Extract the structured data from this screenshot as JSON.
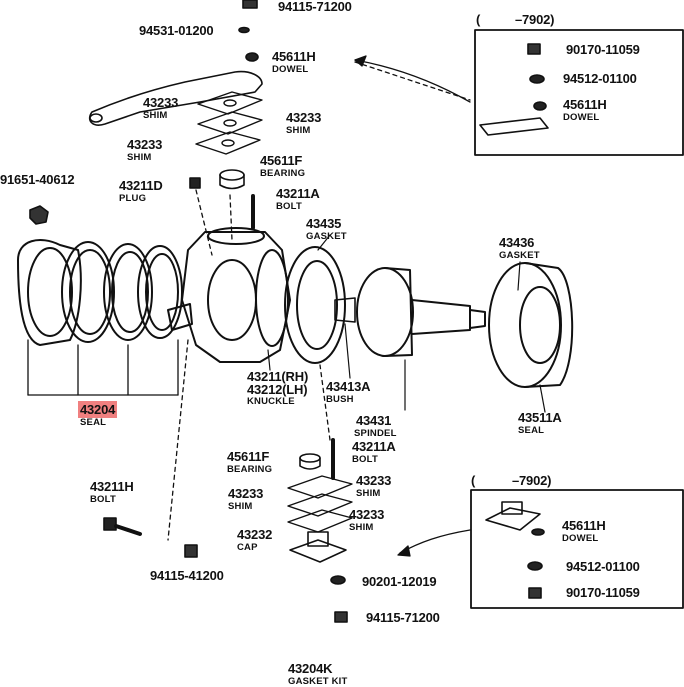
{
  "parts": {
    "p94115_71200_top": {
      "num": "94115-71200"
    },
    "p94531_01200": {
      "num": "94531-01200"
    },
    "p45611H_top": {
      "num": "45611H",
      "name": "DOWEL"
    },
    "p43233_a": {
      "num": "43233",
      "name": "SHIM"
    },
    "p43233_b": {
      "num": "43233",
      "name": "SHIM"
    },
    "p43233_c": {
      "num": "43233",
      "name": "SHIM"
    },
    "p45611F_top": {
      "num": "45611F",
      "name": "BEARING"
    },
    "p91651_40612": {
      "num": "91651-40612"
    },
    "p43211D": {
      "num": "43211D",
      "name": "PLUG"
    },
    "p43211A_top": {
      "num": "43211A",
      "name": "BOLT"
    },
    "p43435": {
      "num": "43435",
      "name": "GASKET"
    },
    "p43436": {
      "num": "43436",
      "name": "GASKET"
    },
    "p43204": {
      "num": "43204",
      "name": "SEAL"
    },
    "p43211": {
      "num": "43211(RH)",
      "num2": "43212(LH)",
      "name": "KNUCKLE"
    },
    "p43413A": {
      "num": "43413A",
      "name": "BUSH"
    },
    "p43431": {
      "num": "43431",
      "name": "SPINDEL"
    },
    "p43511A": {
      "num": "43511A",
      "name": "SEAL"
    },
    "p45611F_bot": {
      "num": "45611F",
      "name": "BEARING"
    },
    "p43211A_bot": {
      "num": "43211A",
      "name": "BOLT"
    },
    "p43211H": {
      "num": "43211H",
      "name": "BOLT"
    },
    "p43233_d": {
      "num": "43233",
      "name": "SHIM"
    },
    "p43233_e": {
      "num": "43233",
      "name": "SHIM"
    },
    "p43233_f": {
      "num": "43233",
      "name": "SHIM"
    },
    "p43232": {
      "num": "43232",
      "name": "CAP"
    },
    "p94115_41200": {
      "num": "94115-41200"
    },
    "p90201_12019": {
      "num": "90201-12019"
    },
    "p94115_71200_bot": {
      "num": "94115-71200"
    },
    "p43204K": {
      "num": "43204K",
      "name": "GASKET KIT"
    }
  },
  "insets": {
    "top": {
      "header_open": "(",
      "header_close": "–7902)",
      "items": [
        {
          "num": "90170-11059"
        },
        {
          "num": "94512-01100"
        },
        {
          "num": "45611H",
          "name": "DOWEL"
        }
      ]
    },
    "bottom": {
      "header_open": "(",
      "header_close": "–7902)",
      "items": [
        {
          "num": "45611H",
          "name": "DOWEL"
        },
        {
          "num": "94512-01100"
        },
        {
          "num": "90170-11059"
        }
      ]
    }
  }
}
